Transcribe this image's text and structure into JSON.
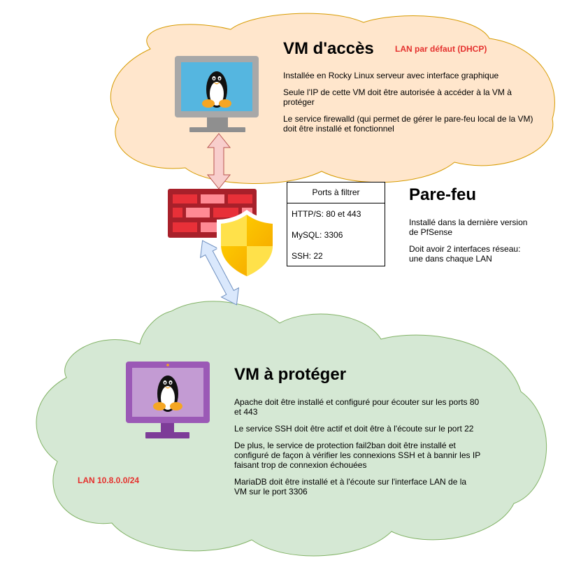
{
  "access_vm": {
    "title": "VM d'accès",
    "network_label": "LAN par défaut (DHCP)",
    "paragraphs": [
      "Installée en Rocky Linux serveur avec interface graphique",
      "Seule l'IP de cette VM doit être autorisée à accéder à la VM à protéger",
      "Le service firewalld (qui permet de gérer le pare-feu local de la VM) doit être installé et fonctionnel"
    ]
  },
  "firewall": {
    "title": "Pare-feu",
    "paragraphs": [
      "Installé dans la dernière version de PfSense",
      "Doit avoir 2 interfaces réseau: une dans chaque LAN"
    ],
    "ports_table": {
      "header": "Ports à filtrer",
      "rows": [
        "HTTP/S: 80 et 443",
        "MySQL: 3306",
        "SSH: 22"
      ]
    }
  },
  "protected_vm": {
    "title": "VM à protéger",
    "network_label": "LAN 10.8.0.0/24",
    "paragraphs": [
      "Apache doit être installé et configuré pour écouter sur les ports 80 et 443",
      "Le service SSH doit être actif et doit être à l'écoute sur le port 22",
      "De plus, le service de protection fail2ban doit être installé et configuré de façon à vérifier les connexions SSH et à bannir les IP faisant trop de connexion échouées",
      "MariaDB doit être installé et à l'écoute sur l'interface LAN de la VM sur le port 3306"
    ]
  },
  "colors": {
    "top_cloud_fill": "#ffe6cc",
    "top_cloud_stroke": "#d79b00",
    "bottom_cloud_fill": "#d5e8d4",
    "bottom_cloud_stroke": "#82b366",
    "red_text": "#e5312e",
    "arrow_top_fill": "#f8cecc",
    "arrow_top_stroke": "#b85450",
    "arrow_bottom_fill": "#dae8fc",
    "arrow_bottom_stroke": "#6c8ebf"
  },
  "icons": [
    "monitor-icon",
    "linux-penguin-icon",
    "brick-wall-icon",
    "shield-icon"
  ]
}
